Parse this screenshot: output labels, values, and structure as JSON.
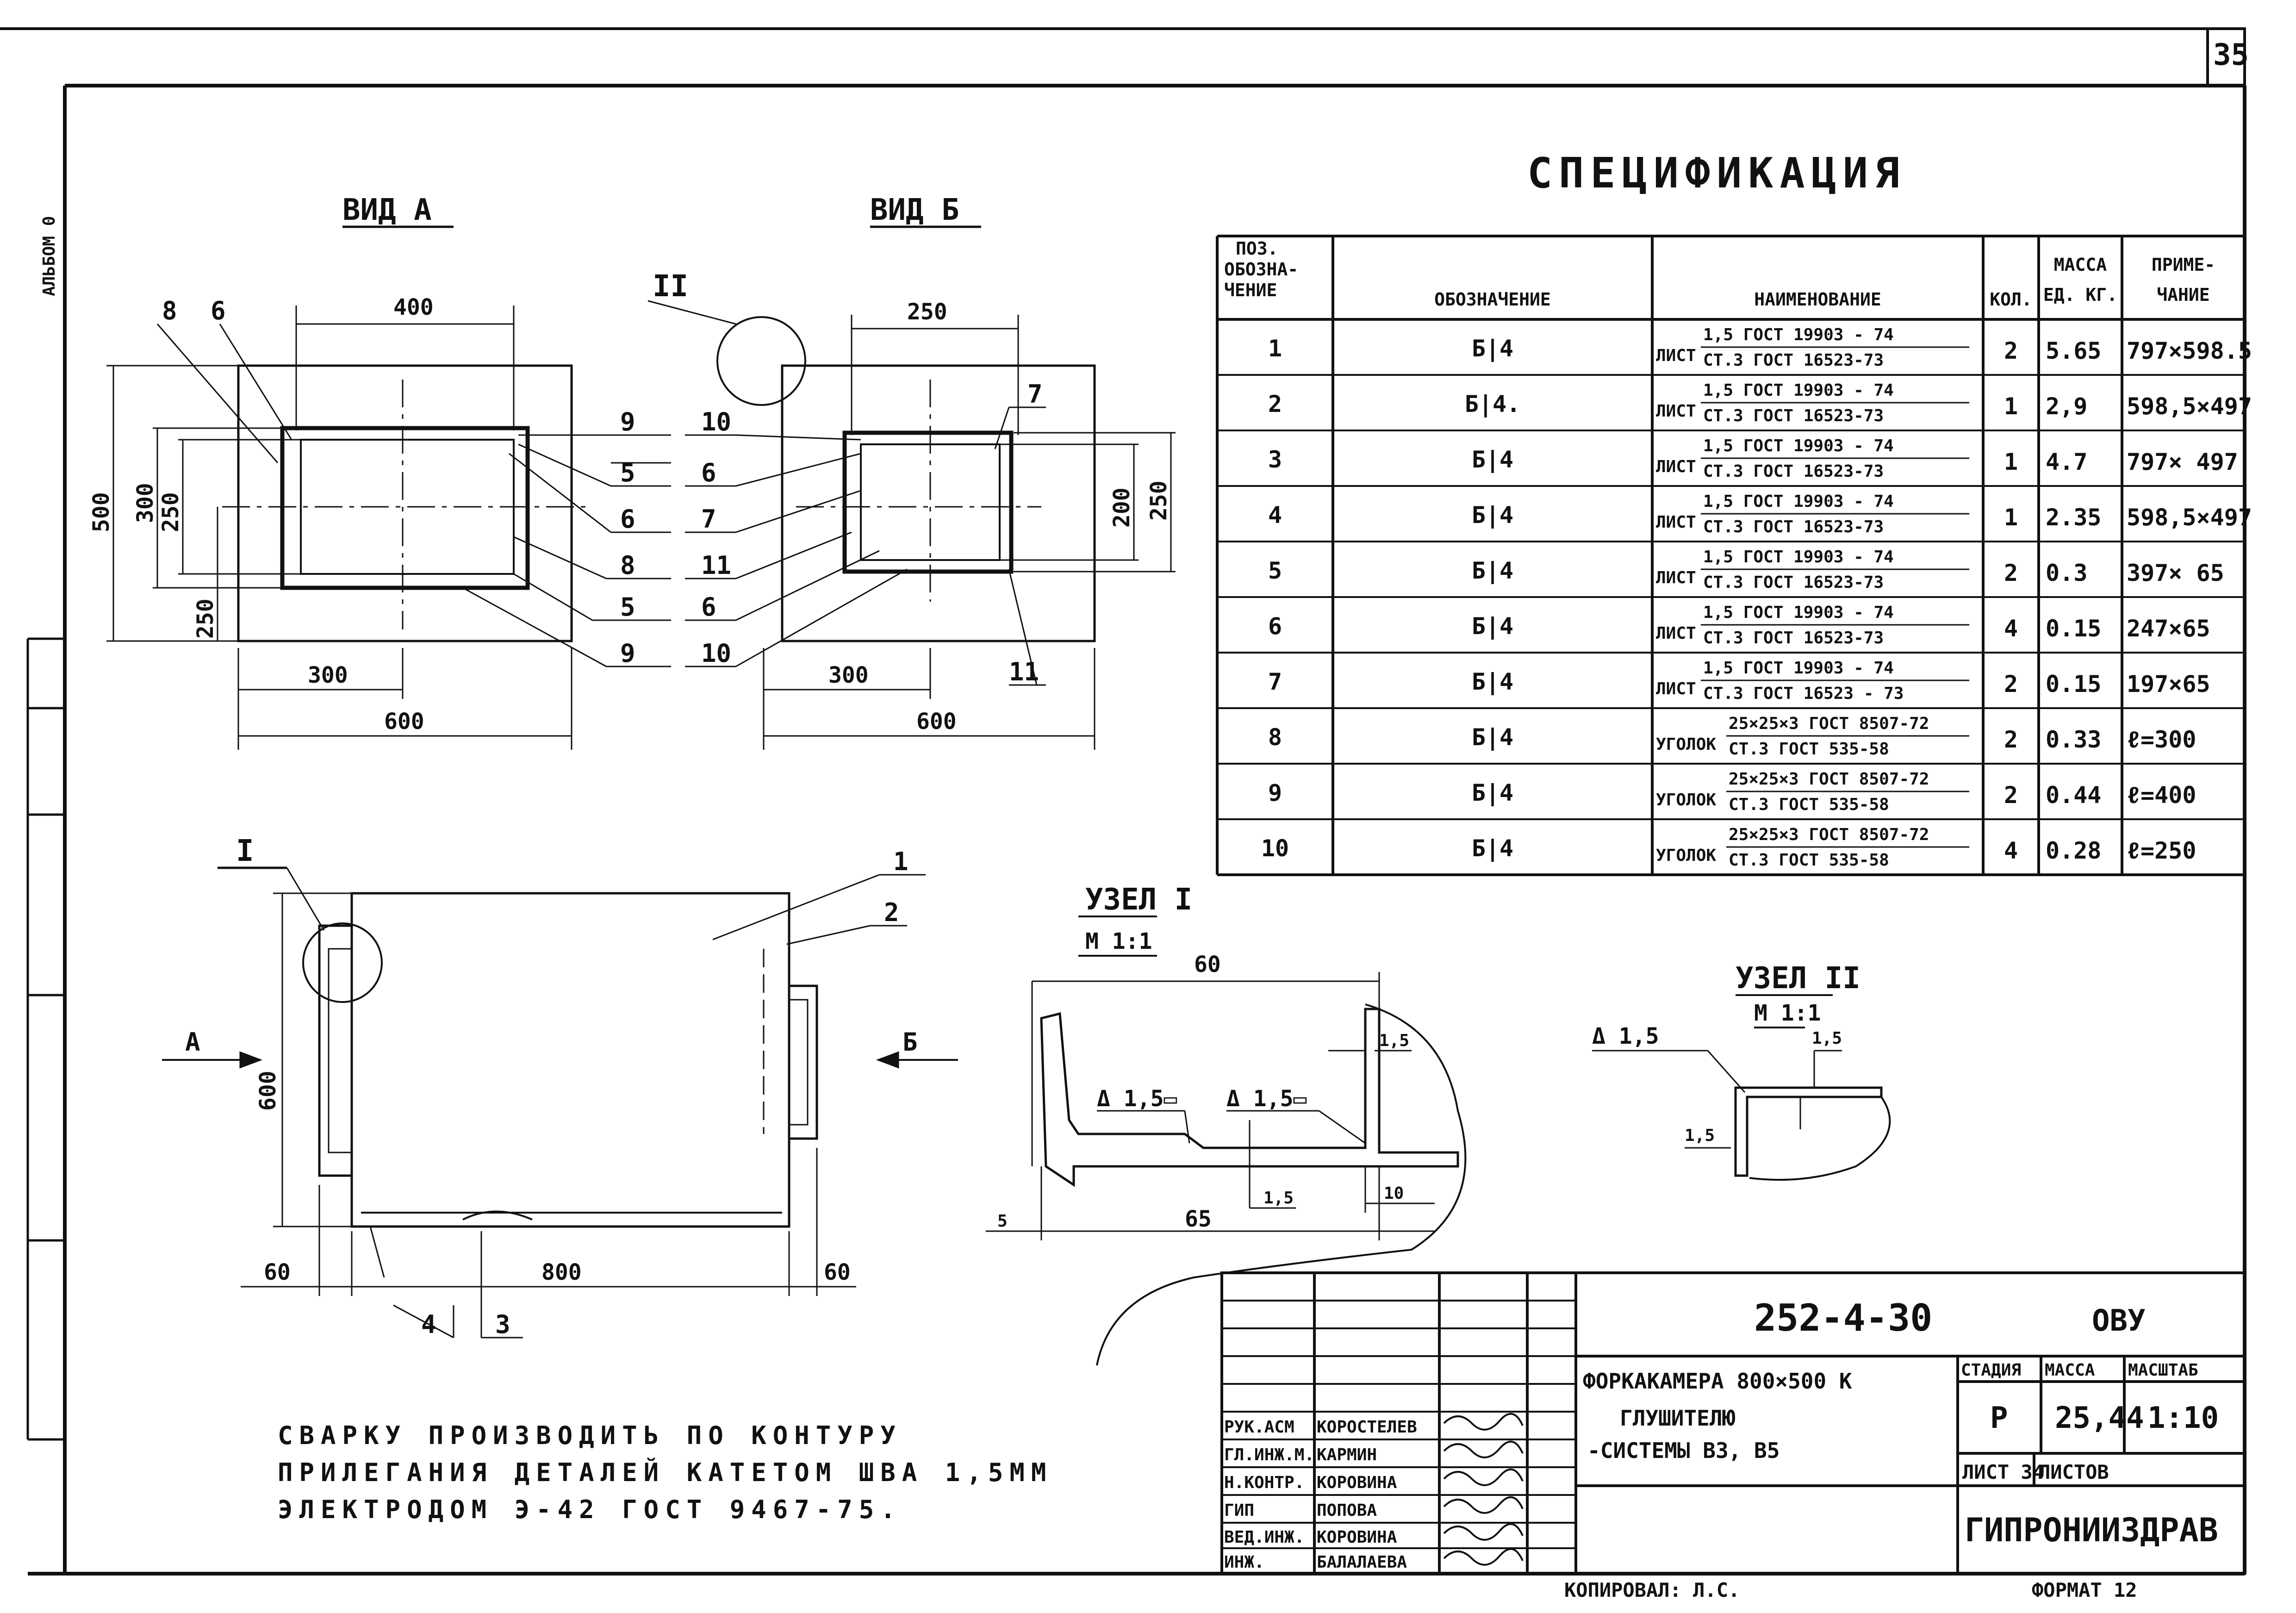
{
  "sheet_number": "35",
  "side_label": "АЛЬБОМ 0",
  "spec_title": "СПЕЦИФИКАЦИЯ",
  "spec_headers": [
    "ПОЗ. ОБОЗНА- ЧЕНИЕ",
    "ОБОЗНАЧЕНИЕ",
    "НАИМЕНОВАНИЕ",
    "КОЛ.",
    "МАССА ЕД. КГ.",
    "ПРИМЕ- ЧАНИЕ"
  ],
  "spec_rows": [
    {
      "pos": "1",
      "code": "Б|4",
      "kind": "ЛИСТ",
      "top": "1,5 ГОСТ 19903 - 74",
      "bottom": "СТ.3 ГОСТ 16523-73",
      "qty": "2",
      "mass": "5.65",
      "note": "797×598.5"
    },
    {
      "pos": "2",
      "code": "Б|4.",
      "kind": "ЛИСТ",
      "top": "1,5 ГОСТ 19903 - 74",
      "bottom": "СТ.3 ГОСТ 16523-73",
      "qty": "1",
      "mass": "2,9",
      "note": "598,5×497"
    },
    {
      "pos": "3",
      "code": "Б|4",
      "kind": "ЛИСТ",
      "top": "1,5 ГОСТ 19903 - 74",
      "bottom": "СТ.3 ГОСТ 16523-73",
      "qty": "1",
      "mass": "4.7",
      "note": "797× 497"
    },
    {
      "pos": "4",
      "code": "Б|4",
      "kind": "ЛИСТ",
      "top": "1,5 ГОСТ 19903 - 74",
      "bottom": "СТ.3 ГОСТ 16523-73",
      "qty": "1",
      "mass": "2.35",
      "note": "598,5×497"
    },
    {
      "pos": "5",
      "code": "Б|4",
      "kind": "ЛИСТ",
      "top": "1,5 ГОСТ 19903 - 74",
      "bottom": "СТ.3 ГОСТ 16523-73",
      "qty": "2",
      "mass": "0.3",
      "note": "397× 65"
    },
    {
      "pos": "6",
      "code": "Б|4",
      "kind": "ЛИСТ",
      "top": "1,5 ГОСТ 19903 - 74",
      "bottom": "СТ.3 ГОСТ 16523-73",
      "qty": "4",
      "mass": "0.15",
      "note": "247×65"
    },
    {
      "pos": "7",
      "code": "Б|4",
      "kind": "ЛИСТ",
      "top": "1,5 ГОСТ 19903 - 74",
      "bottom": "СТ.3 ГОСТ 16523 - 73",
      "qty": "2",
      "mass": "0.15",
      "note": "197×65"
    },
    {
      "pos": "8",
      "code": "Б|4",
      "kind": "УГОЛОК",
      "top": "25×25×3 ГОСТ 8507-72",
      "bottom": "СТ.3 ГОСТ 535-58",
      "qty": "2",
      "mass": "0.33",
      "note": "ℓ=300"
    },
    {
      "pos": "9",
      "code": "Б|4",
      "kind": "УГОЛОК",
      "top": "25×25×3 ГОСТ 8507-72",
      "bottom": "СТ.3 ГОСТ 535-58",
      "qty": "2",
      "mass": "0.44",
      "note": "ℓ=400"
    },
    {
      "pos": "10",
      "code": "Б|4",
      "kind": "УГОЛОК",
      "top": "25×25×3 ГОСТ 8507-72",
      "bottom": "СТ.3 ГОСТ 535-58",
      "qty": "4",
      "mass": "0.28",
      "note": "ℓ=250"
    }
  ],
  "views": {
    "view_a": "ВИД А",
    "view_b": "ВИД Б",
    "node_1": "УЗЕЛ I",
    "node_2": "УЗЕЛ II",
    "scale_1": "М 1:1",
    "scale_2": "М 1:1",
    "roman_1": "I",
    "roman_2": "II",
    "arrow_a": "А",
    "arrow_b": "Б"
  },
  "dims": {
    "a_400": "400",
    "a_500": "500",
    "a_300": "300",
    "a_250": "250",
    "a_250b": "250",
    "a_300b": "300",
    "a_600": "600",
    "b_250": "250",
    "b_200": "200",
    "b_250b": "250",
    "b_300": "300",
    "b_600": "600",
    "s_600": "600",
    "s_60l": "60",
    "s_800": "800",
    "s_60r": "60",
    "n1_60": "60",
    "n1_15a": "1,5",
    "n1_15b": "1,5",
    "n1_10": "10",
    "n1_5": "5",
    "n1_65": "65",
    "n1_w1": "Δ 1,5▭",
    "n1_w2": "Δ 1,5▭",
    "n2_w": "Δ 1,5",
    "n2_15a": "1,5",
    "n2_15b": "1,5"
  },
  "callouts": {
    "a_8": "8",
    "a_6": "6",
    "r_9": "9",
    "r_5": "5",
    "r_6": "6",
    "r_8": "8",
    "r_5b": "5",
    "r_9b": "9",
    "m_10": "10",
    "m_6": "6",
    "m_7": "7",
    "m_11": "11",
    "m_6b": "6",
    "m_10b": "10",
    "b_7": "7",
    "b_11": "11",
    "s_1": "1",
    "s_2": "2",
    "s_4": "4",
    "s_3": "3"
  },
  "note_lines": [
    "СВАРКУ ПРОИЗВОДИТЬ ПО КОНТУРУ",
    "ПРИЛЕГАНИЯ ДЕТАЛЕЙ КАТЕТОМ ШВА 1,5ММ",
    "ЭЛЕКТРОДОМ Э-42 ГОСТ 9467-75."
  ],
  "title_block": {
    "doc_code": "252-4-30",
    "section": "ОВУ",
    "name_line1": "ФОРКАКАМЕРА 800×500 К",
    "name_line2": "ГЛУШИТЕЛЮ",
    "name_line3": "-СИСТЕМЫ В3, В5",
    "stage_h": "СТАДИЯ",
    "mass_h": "МАССА",
    "scale_h": "МАСШТАБ",
    "stage": "Р",
    "mass": "25,44",
    "scale": "1:10",
    "sheet": "ЛИСТ 34",
    "sheets": "ЛИСТОВ",
    "org": "ГИПРОНИИЗДРАВ",
    "roles": [
      "РУК.АСМ",
      "ГЛ.ИНЖ.М.",
      "Н.КОНТР.",
      "ГИП",
      "ВЕД.ИНЖ.",
      "ИНЖ."
    ],
    "names": [
      "КОРОСТЕЛЕВ",
      "КАРМИН",
      "КОРОВИНА",
      "ПОПОВА",
      "КОРОВИНА",
      "БАЛАЛАЕВА"
    ],
    "copied": "КОПИРОВАЛ: Л.С.",
    "format": "ФОРМАТ 12"
  }
}
